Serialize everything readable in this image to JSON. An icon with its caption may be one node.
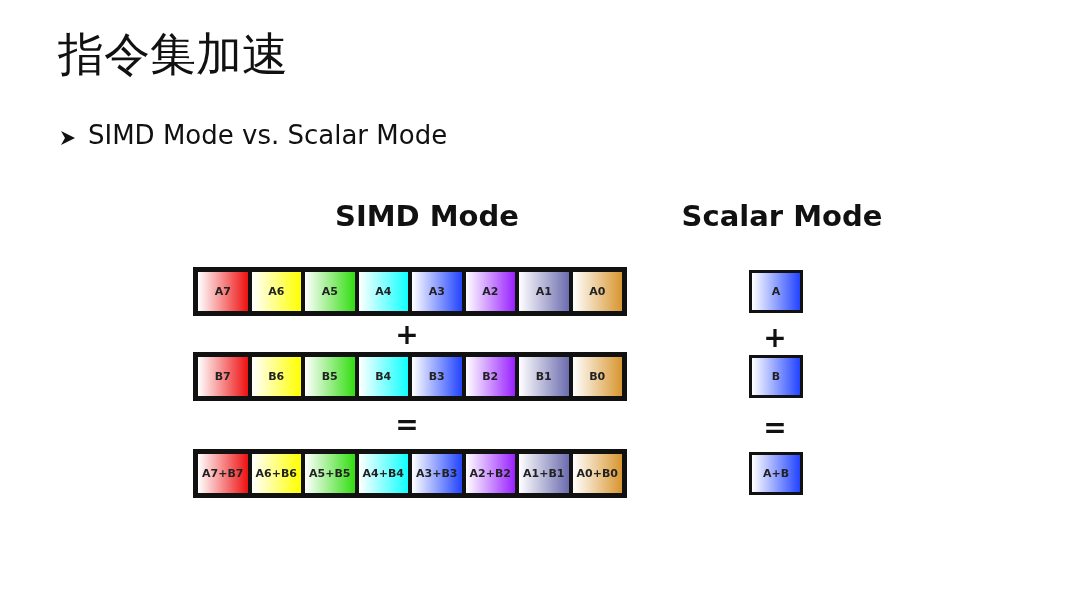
{
  "diagram": {
    "title": "指令集加速",
    "nodes": [
      {
        "text": [
          "A7"
        ]
      },
      {
        "text": [
          "A6"
        ]
      },
      {
        "text": [
          "A5"
        ]
      },
      {
        "text": [
          "A4"
        ]
      },
      {
        "text": [
          "A3"
        ]
      },
      {
        "text": [
          "A2"
        ]
      },
      {
        "text": [
          "A1"
        ]
      },
      {
        "text": [
          "A0"
        ]
      },
      {
        "text": [
          "A"
        ]
      },
      {
        "text": [
          "B7"
        ]
      },
      {
        "text": [
          "B6"
        ]
      },
      {
        "text": [
          "B5"
        ]
      },
      {
        "text": [
          "B4"
        ]
      },
      {
        "text": [
          "B3"
        ]
      },
      {
        "text": [
          "B2"
        ]
      },
      {
        "text": [
          "B1"
        ]
      },
      {
        "text": [
          "B0"
        ]
      },
      {
        "text": [
          "B"
        ]
      },
      {
        "text": [
          "A7+B7"
        ]
      },
      {
        "text": [
          "A6+B6"
        ]
      },
      {
        "text": [
          "A5+B5"
        ]
      },
      {
        "text": [
          "A4+B4"
        ]
      },
      {
        "text": [
          "A3+B3"
        ]
      },
      {
        "text": [
          "A2+B2"
        ]
      },
      {
        "text": [
          "A1+B1"
        ]
      },
      {
        "text": [
          "A0+B0"
        ]
      },
      {
        "text": [
          "A+B"
        ]
      }
    ],
    "edges": [],
    "labels": [
      "SIMD Mode vs. Scalar Mode",
      "SIMD Mode",
      "Scalar Mode",
      "+",
      "+",
      "=",
      "="
    ]
  }
}
